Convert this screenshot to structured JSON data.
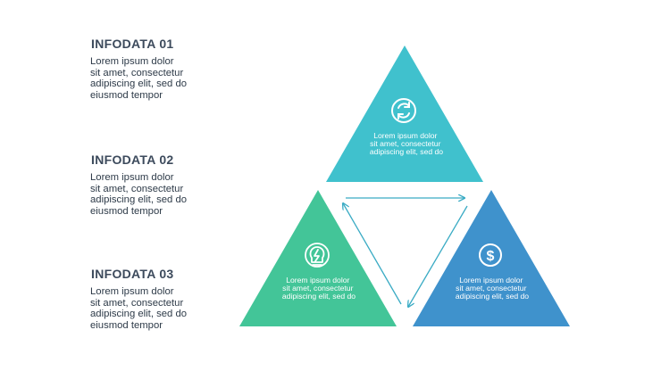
{
  "infoblocks": [
    {
      "title": "INFODATA 01",
      "lines": [
        "Lorem ipsum dolor",
        "sit amet, consectetur",
        "adipiscing elit, sed do",
        "eiusmod tempor"
      ]
    },
    {
      "title": "INFODATA 02",
      "lines": [
        "Lorem ipsum dolor",
        "sit amet, consectetur",
        "adipiscing elit, sed do",
        "eiusmod tempor"
      ]
    },
    {
      "title": "INFODATA 03",
      "lines": [
        "Lorem ipsum dolor",
        "sit amet, consectetur",
        "adipiscing elit, sed do",
        "eiusmod tempor"
      ]
    }
  ],
  "triangles": [
    {
      "color": "#40c1cd",
      "icon": "refresh-icon",
      "lines": [
        "Lorem ipsum dolor",
        "sit amet, consectetur",
        "adipiscing elit, sed do"
      ]
    },
    {
      "color": "#43c598",
      "icon": "lightbulb-icon",
      "lines": [
        "Lorem ipsum dolor",
        "sit amet, consectetur",
        "adipiscing elit, sed do"
      ]
    },
    {
      "color": "#3f92cc",
      "icon": "dollar-icon",
      "lines": [
        "Lorem ipsum dolor",
        "sit amet, consectetur",
        "adipiscing elit, sed do"
      ]
    }
  ],
  "colors": {
    "arrow": "#3aabc4",
    "title": "#3c4a5c",
    "body_text": "#2d3a48"
  }
}
